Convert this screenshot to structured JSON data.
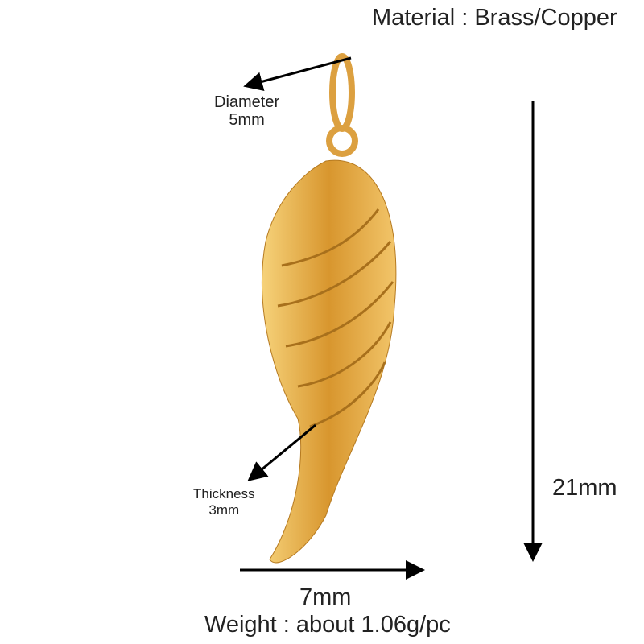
{
  "material": "Material : Brass/Copper",
  "diameter_label": "Diameter",
  "diameter_value": "5mm",
  "thickness_label": "Thickness",
  "thickness_value": "3mm",
  "height": "21mm",
  "width": "7mm",
  "weight": "Weight : about 1.06g/pc",
  "colors": {
    "gold": "#e0a43c"
  }
}
